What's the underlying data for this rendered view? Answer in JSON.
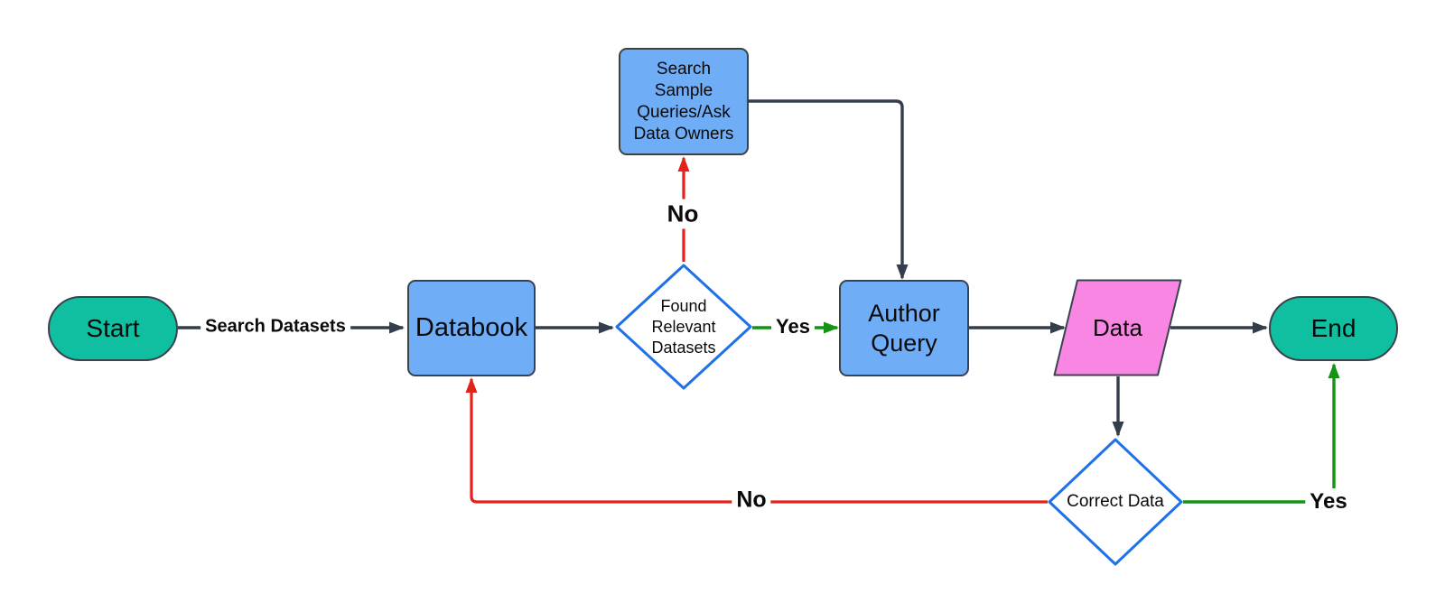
{
  "diagram": {
    "type": "flowchart",
    "background": "#ffffff",
    "colors": {
      "terminator_fill": "#10bfa0",
      "process_fill": "#6fadf7",
      "data_fill": "#f986e3",
      "decision_fill": "#ffffff",
      "decision_border": "#1f71e8",
      "shape_border": "#39434e",
      "connector_dark": "#333d4b",
      "connector_red": "#e32219",
      "connector_green": "#149414",
      "text": "#0a0a0a"
    },
    "nodes": {
      "start": {
        "type": "terminator",
        "label": "Start"
      },
      "databook": {
        "type": "process",
        "label": "Databook"
      },
      "search_sample": {
        "type": "process",
        "label": "Search Sample Queries/Ask Data Owners",
        "lines": [
          "Search",
          "Sample",
          "Queries/Ask",
          "Data Owners"
        ]
      },
      "found_relevant": {
        "type": "decision",
        "label": "Found Relevant Datasets",
        "lines": [
          "Found",
          "Relevant",
          "Datasets"
        ]
      },
      "author_query": {
        "type": "process",
        "label": "Author Query",
        "lines": [
          "Author",
          "Query"
        ]
      },
      "data": {
        "type": "data",
        "label": "Data"
      },
      "correct_data": {
        "type": "decision",
        "label": "Correct Data"
      },
      "end": {
        "type": "terminator",
        "label": "End"
      }
    },
    "edges": [
      {
        "from": "Start",
        "to": "Databook",
        "label": "Search Datasets",
        "color": "dark"
      },
      {
        "from": "Databook",
        "to": "Found Relevant Datasets",
        "label": "",
        "color": "dark"
      },
      {
        "from": "Found Relevant Datasets",
        "to": "Search Sample Queries/Ask Data Owners",
        "label": "No",
        "color": "red"
      },
      {
        "from": "Found Relevant Datasets",
        "to": "Author Query",
        "label": "Yes",
        "color": "green"
      },
      {
        "from": "Search Sample Queries/Ask Data Owners",
        "to": "Author Query",
        "label": "",
        "color": "dark"
      },
      {
        "from": "Author Query",
        "to": "Data",
        "label": "",
        "color": "dark"
      },
      {
        "from": "Data",
        "to": "End",
        "label": "",
        "color": "dark"
      },
      {
        "from": "Data",
        "to": "Correct Data",
        "label": "",
        "color": "dark"
      },
      {
        "from": "Correct Data",
        "to": "Databook",
        "label": "No",
        "color": "red"
      },
      {
        "from": "Correct Data",
        "to": "End",
        "label": "Yes",
        "color": "green"
      }
    ]
  }
}
